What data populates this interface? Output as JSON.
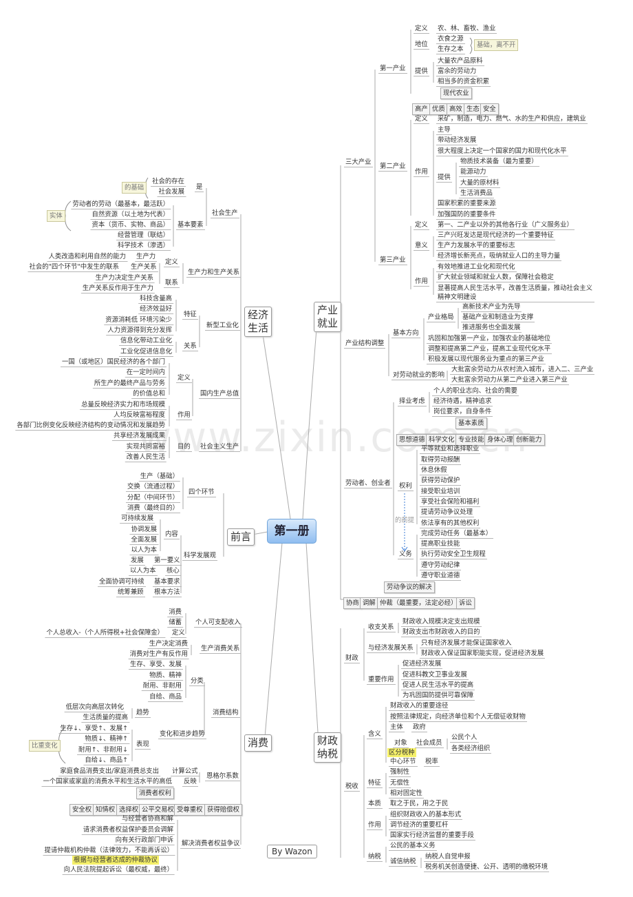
{
  "center": "第一册",
  "author": "By Wazon",
  "watermark": "www.zixin.com.cn",
  "branches": {
    "econ": "经济生活",
    "pre": "前言",
    "con": "消费",
    "ind": "产业就业",
    "fin": "财政纳税"
  },
  "ind": [
    "三大产业",
    "第一产业",
    "定义",
    "农、林、畜牧、渔业",
    "地位",
    "衣食之源",
    "生存之本",
    "基础，离不开",
    "提供",
    "大量农产品原料",
    "富余的劳动力",
    "相当多的资金积累",
    "现代农业",
    "高产",
    "优质",
    "高效",
    "生态",
    "安全",
    "第二产业",
    "定义",
    "采矿，制造，电力、燃气、水的生产和供应，建筑业",
    "作用",
    "主导",
    "带动经济发展",
    "很大程度上决定一个国家的国力和现代化水平",
    "提供",
    "物质技术装备（最为重要）",
    "能源动力",
    "大量的原材料",
    "生活消费品",
    "国家积累的重要来源",
    "加强国防的重要条件",
    "第三产业",
    "定义",
    "第一、二产业以外的其他各行业（广义服务业）",
    "意义",
    "三产兴旺发达是现代经济的一个重要特征",
    "生产力发展水平的重要标志",
    "经济增长新亮点，吸纳就业人口的主导力量",
    "作用",
    "有效地推进工业化和现代化",
    "扩大就业领域和就业人数，保障社会稳定",
    "显著提高人民生活水平，改善生活质量，推动社会主义精神文明建设"
  ],
  "adj": [
    "产业结构调整",
    "基本方向",
    "产业格局",
    "高新技术产业为先导",
    "基础产业和制造业为支撑",
    "推进服务也全面发展",
    "巩固和加强第一产业，加强农业的基础地位",
    "调整和提高第二产业，提高工业现代化水平",
    "积极发展以现代服务业为重点的第三产业",
    "对劳动就业的影响",
    "大批富余劳动力从农村流入城市，进入二、三产业",
    "大批富余劳动力从第二产业进入第三产业"
  ],
  "lab": [
    "劳动者、创业者",
    "择业考虑",
    "个人的职业志向、社会的需要",
    "经济待遇，精神追求",
    "岗位要求，自身条件",
    "基本素质",
    "思想道德",
    "科学文化",
    "专业技能",
    "身体心理",
    "创新能力",
    "权利",
    "平等就业和选择职业",
    "取得劳动报酬",
    "休息休假",
    "获得劳动保护",
    "接受职业培训",
    "享受社会保险和福利",
    "提请劳动争议处理",
    "依法享有的其他权利",
    "的前提",
    "义务",
    "完成劳动任务（最基本）",
    "提高职业技能",
    "执行劳动安全卫生规程",
    "遵守劳动纪律",
    "遵守职业道德",
    "劳动争议的解决",
    "协商",
    "调解",
    "仲裁（最重要，法定必经）",
    "诉讼"
  ],
  "fin": [
    "财政",
    "收支关系",
    "财政收入规模决定支出规模",
    "财政支出市财政收入的目的",
    "与经济发展关系",
    "只有经济发展才能保证国家收入",
    "财政收入保证国家职能实现，促进经济发展",
    "重要作用",
    "促进经济发展",
    "促进科教文卫事业发展",
    "促进人民生活水平的提高",
    "为巩固国防提供可靠保障"
  ],
  "tax": [
    "税收",
    "含义",
    "财政收入的重要途径",
    "按照法律规定，向经济单位和个人无偿征收财物",
    "主体",
    "政府",
    "对象",
    "社会成员",
    "公民个人",
    "各类经济组织",
    "区分税种",
    "中心环节",
    "税率",
    "特征",
    "强制性",
    "无偿性",
    "相对固定性",
    "本质",
    "取之于民，用之于民",
    "作用",
    "组织财政收入的基本形式",
    "调节经济的重要杠杆",
    "国家实行经济监督的重要手段",
    "纳税",
    "公民的基本义务",
    "诚信纳税",
    "纳税人自觉申报",
    "税务机关创造便捷、公开、透明的缴税环境"
  ],
  "econ": [
    "社会生产",
    "是",
    "社会的存在",
    "社会发展",
    "的基础",
    "基本要素",
    "劳动者的劳动（最基本，最活跃）",
    "自然资源（以土地为代表）",
    "资本（货币、实物、商品）",
    "经营管理（联结）",
    "科学技术（渗透）",
    "实体",
    "生产力和生产关系",
    "定义",
    "生产力",
    "人类改造和利用自然的能力",
    "生产关系",
    "社会的\"四个环节\"中发生的联系",
    "联系",
    "生产力决定生产关系",
    "生产关系反作用于生产力",
    "新型工业化",
    "特征",
    "科技含量高",
    "经济效益好",
    "资源消耗低 环境污染少",
    "人力资源得到充分发挥",
    "关系",
    "信息化带动工业化",
    "工业化促进信息化",
    "国内生产总值",
    "定义",
    "一国（或地区）国民经济的各个部门",
    "在一定时间内",
    "所生产的最终产品与劳务",
    "的价值总和",
    "作用",
    "总量反映经济实力和市场规模",
    "人均反映富裕程度",
    "各部门比例变化反映经济结构的变动情况和发展趋势",
    "社会主义生产",
    "目的",
    "共享经济发展成果",
    "实现共同富裕",
    "改善人民生活"
  ],
  "pre": [
    "四个环节",
    "生产（基础）",
    "交换（流通过程）",
    "分配（中间环节）",
    "消费（最终目的）",
    "科学发展观",
    "内容",
    "可持续发展",
    "协调发展",
    "全面发展",
    "以人为本",
    "发展",
    "第一要义",
    "以人为本",
    "核心",
    "全面协调可持续",
    "基本要求",
    "统筹兼顾",
    "根本方法"
  ],
  "con": [
    "个人可支配收入",
    "消费",
    "储蓄",
    "定义",
    "个人总收入-（个人所得税+社会保障金）",
    "生产消费关系",
    "生产决定消费",
    "消费对生产有反作用",
    "消费结构",
    "分类",
    "生存、享受、发展",
    "物质、精神",
    "耐用、非耐用",
    "自给、商品",
    "变化和进步趋势",
    "趋势",
    "低层次向高层次转化",
    "生活质量的提高",
    "表现",
    "生存↓、享受↑、发展↑",
    "物质↓、精神↑",
    "耐用↑、非耐用↓",
    "自给↓、商品↑",
    "比重变化",
    "恩格尔系数",
    "计算公式",
    "家庭食品消费支出/家庭消费总支出",
    "反映",
    "一个国家或家庭的消费水平和生活水平的高低",
    "消费者权利",
    "安全权",
    "知情权",
    "选择权",
    "公平交易权",
    "受尊重权",
    "获得赔偿权",
    "解决消费者权益争议",
    "与经营者协商和解",
    "请求消费者权益保护委员会调解",
    "向有关行政部门申诉",
    "提请仲裁机构仲裁（法律效力，不能再诉讼）",
    "根据与经营者达成的仲裁协议",
    "向人民法院提起诉讼（最权威，最终）"
  ]
}
